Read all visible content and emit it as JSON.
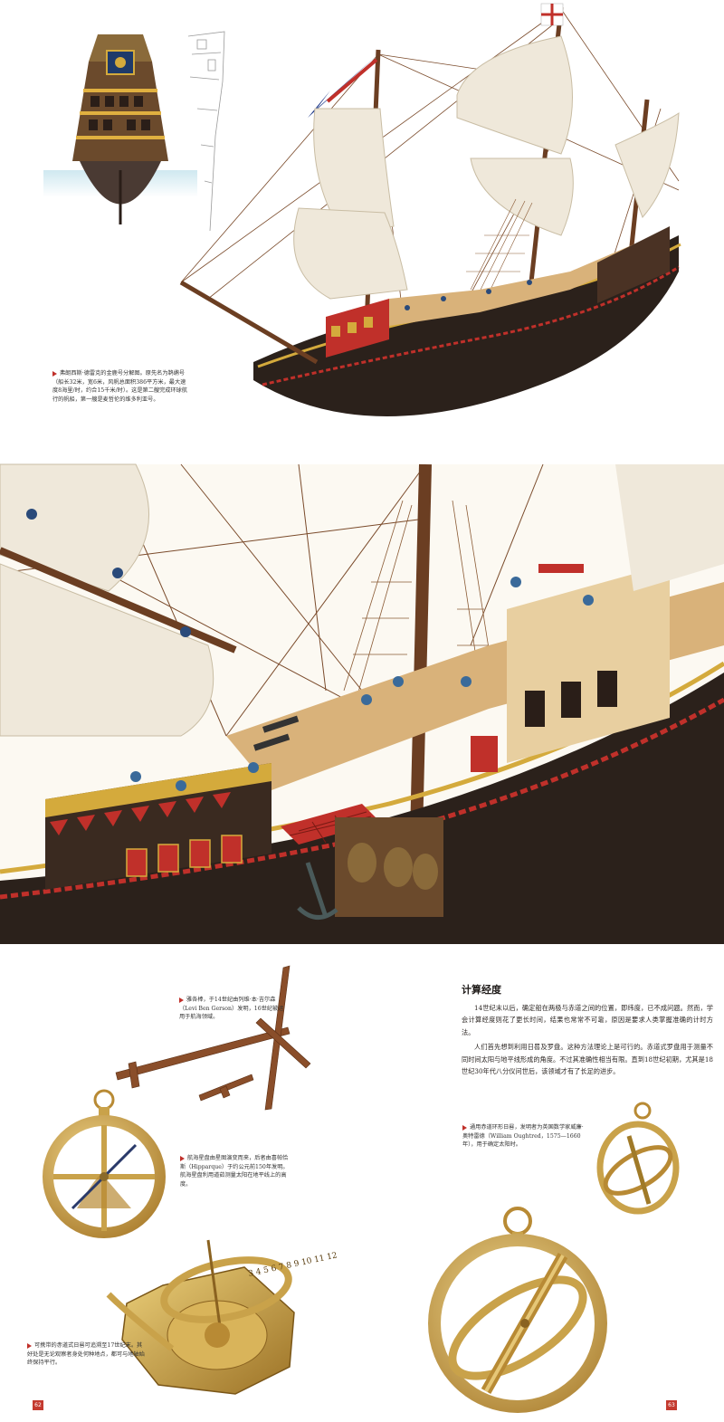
{
  "section_ship": {
    "caption": "弗朗西斯·德雷克的金鹿号分解图。原先名为鹈鹕号（船长32米，宽6米，风帆总面积386平方米，最大速度8海里/时，约合15千米/时）。这是第二艘完成环球航行的帆船，第一艘是麦哲伦的维多利亚号。"
  },
  "section_instruments": {
    "article": {
      "title": "计算经度",
      "paragraphs": [
        "14世纪末以后，确定船在两极与赤道之间的位置，即纬度，已不成问题。然而，学会计算经度则花了更长时间，结果也常常不可靠，原因是要求人类掌握准确的计时方法。",
        "人们首先想到利用日晷及罗盘。这种方法理论上是可行的。赤道式罗盘用于测量不同时间太阳与地平线形成的角度。不过其准确性相当有限。直到18世纪初期，尤其是18世纪30年代八分仪问世后，该领域才有了长足的进步。"
      ]
    },
    "captions": {
      "cross_staff": "雅各棒，于14世纪由列维·本·吉尔森（Levi Ben Gerson）发明，16世纪被运用于航海领域。",
      "astrolabe": "航海星盘由星图演变而来，后者由喜帕恰斯（Hipparque）于约公元前150年发明。航海星盘利用道茹测量太阳在地平线上的高度。",
      "sundial": "可携带的赤道式日晷可追溯至17世纪末。其好处是无论观察者身处何种地点，都可与地轴始终保持平行。",
      "ring_dial": "通用赤道环形日晷，发明者为英国数学家威廉·奥特雷德（William Oughtred，1575—1660年），用于确定太阳时。"
    },
    "dial_numerals": "3 4 5 6 7 8 9 10 11 12"
  },
  "page_numbers": {
    "left": "62",
    "right": "63"
  },
  "colors": {
    "accent_red": "#c0302a",
    "brass": "#c9a24a",
    "hull": "#2b211b",
    "sail": "#efe8da",
    "deck": "#d9b27a"
  }
}
